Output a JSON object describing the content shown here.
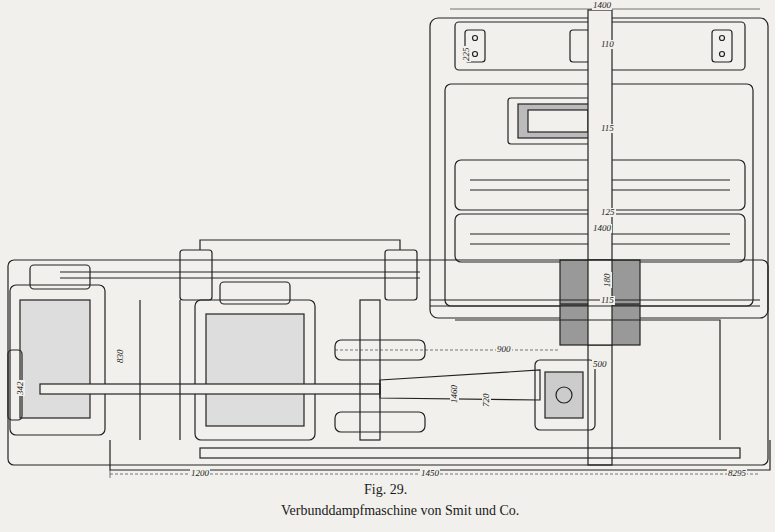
{
  "diagram": {
    "caption": "Verbunddampfmaschine von Smit und Co.",
    "labels": [
      "1400",
      "225",
      "110",
      "115",
      "125",
      "1400",
      "180",
      "115",
      "900",
      "1460",
      "720",
      "500",
      "342",
      "830",
      "1200",
      "1450",
      "8295",
      "Fig. 29."
    ]
  }
}
